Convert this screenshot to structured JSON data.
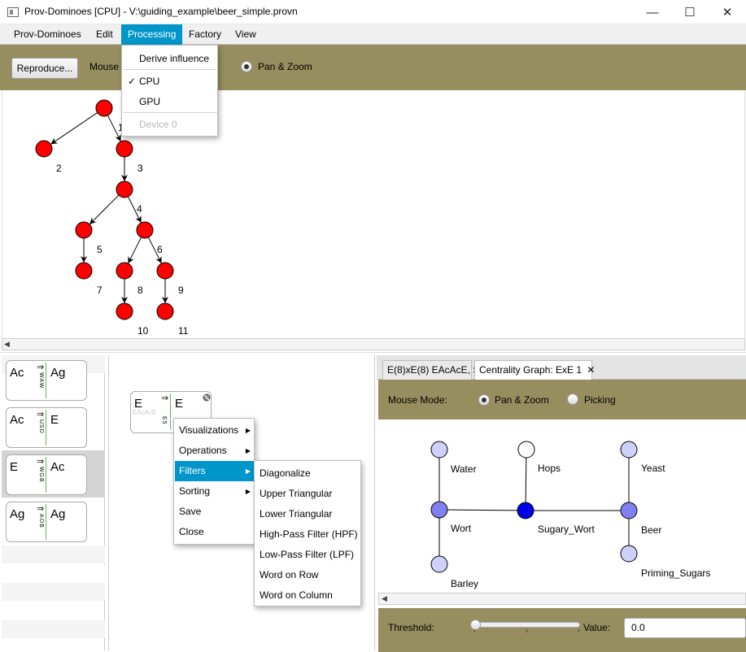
{
  "window": {
    "title": "Prov-Dominoes [CPU] - V:\\guiding_example\\beer_simple.provn",
    "minimize_glyph": "—",
    "maximize_glyph": "☐",
    "close_glyph": "✕"
  },
  "menubar": {
    "items": [
      "Prov-Dominoes",
      "Edit",
      "Processing",
      "Factory",
      "View"
    ],
    "active": "Processing"
  },
  "processing_menu": {
    "items": [
      {
        "label": "Derive influence",
        "checked": false,
        "disabled": false
      },
      {
        "label": "CPU",
        "checked": true,
        "disabled": false
      },
      {
        "label": "GPU",
        "checked": false,
        "disabled": false
      },
      {
        "label": "Device 0",
        "checked": false,
        "disabled": true
      }
    ],
    "check_glyph": "✓"
  },
  "toolbar": {
    "reproduce_label": "Reproduce...",
    "mouse_label": "Mouse",
    "pan_zoom_label": "Pan & Zoom"
  },
  "colors": {
    "toolbar_bg": "#978e5f",
    "menu_highlight": "#0096c9",
    "tree_node": "#ff0000",
    "cg_light": "#cfcffb",
    "cg_mid": "#8080f0",
    "cg_dark": "#0000e8"
  },
  "tree_labels": [
    "1",
    "2",
    "3",
    "4",
    "5",
    "6",
    "7",
    "8",
    "9",
    "10",
    "11"
  ],
  "domino_list": [
    {
      "left": "Ac",
      "right": "Ag",
      "vertical": "WAW"
    },
    {
      "left": "Ac",
      "right": "E",
      "vertical": "USD"
    },
    {
      "left": "E",
      "right": "Ac",
      "vertical": "WGB",
      "selected": true
    },
    {
      "left": "Ag",
      "right": "Ag",
      "vertical": "AOB"
    }
  ],
  "domino_arrow": "⇒",
  "workspace_domino": {
    "left": "E",
    "right": "E",
    "sub": "EAcAcE",
    "vertical": "E5",
    "icon": "settings-icon"
  },
  "context_menu": {
    "items": [
      {
        "label": "Visualizations",
        "submenu": true
      },
      {
        "label": "Operations",
        "submenu": true
      },
      {
        "label": "Filters",
        "submenu": true,
        "active": true
      },
      {
        "label": "Sorting",
        "submenu": true
      },
      {
        "label": "Save",
        "submenu": false
      },
      {
        "label": "Close",
        "submenu": false
      }
    ],
    "arrow_glyph": "▶"
  },
  "filters_submenu": [
    "Diagonalize",
    "Upper Triangular",
    "Lower Triangular",
    "High-Pass Filter (HPF)",
    "Low-Pass Filter (LPF)",
    "Word on Row",
    "Word on Column"
  ],
  "tabs": [
    {
      "label": "E(8)xE(8) EAcAcE, S",
      "selected": false
    },
    {
      "label": "Centrality Graph: ExE 1",
      "selected": true,
      "close": "✕"
    }
  ],
  "centrality_toolbar": {
    "mouse_mode_label": "Mouse Mode:",
    "pan_zoom_label": "Pan & Zoom",
    "picking_label": "Picking"
  },
  "centrality_graph": {
    "nodes": [
      "Water",
      "Hops",
      "Yeast",
      "Wort",
      "Sugary_Wort",
      "Beer",
      "Barley",
      "Priming_Sugars"
    ]
  },
  "threshold": {
    "label": "Threshold:",
    "value_label": "Value:",
    "value": "0.0",
    "slider_fraction": 0
  },
  "scroll_arrow": "◀"
}
